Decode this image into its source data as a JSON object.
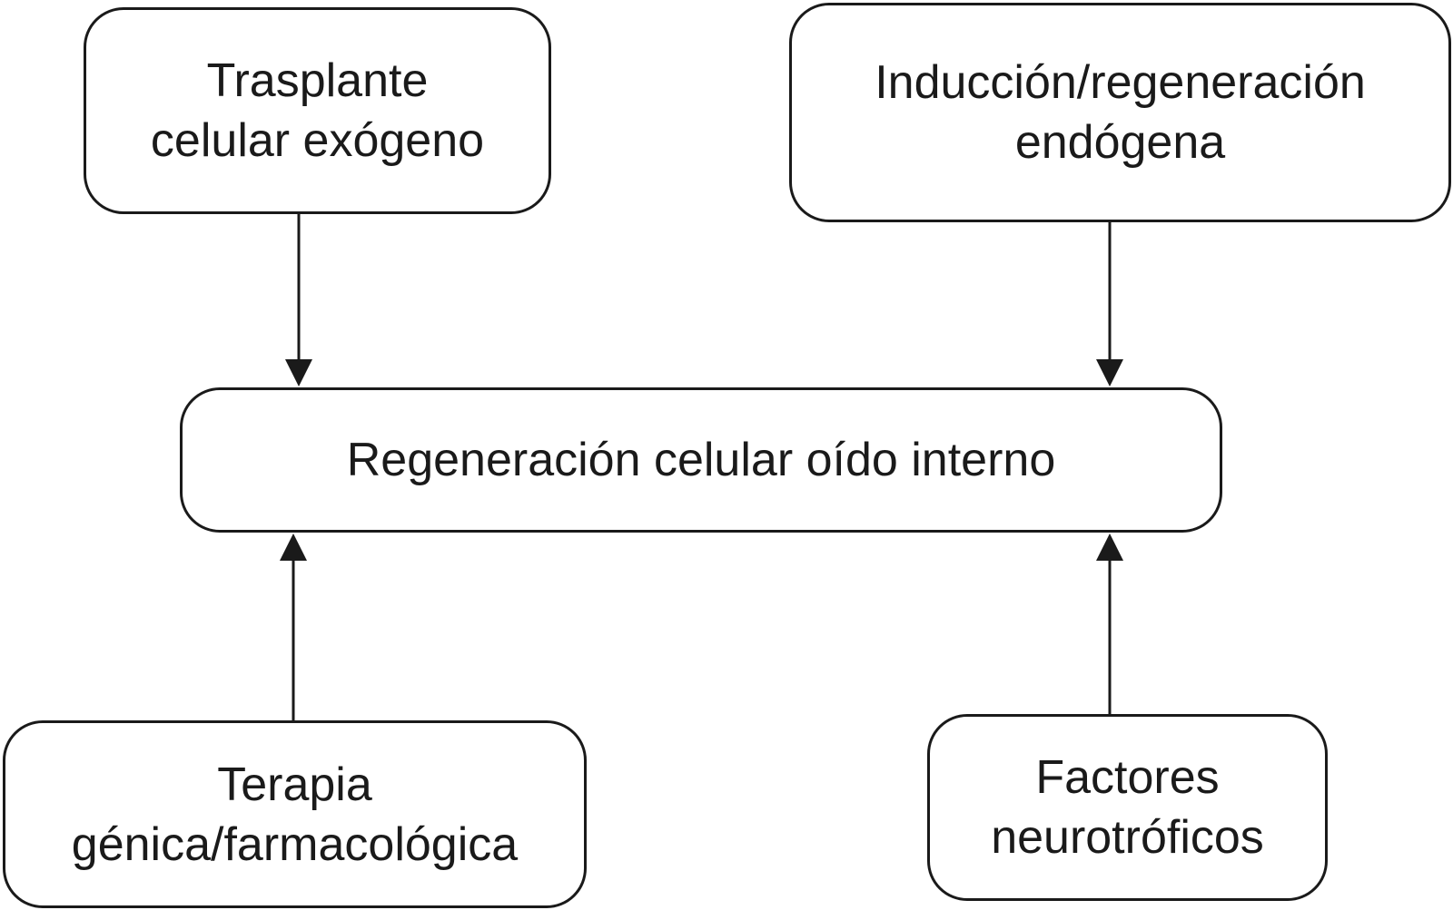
{
  "diagram": {
    "nodes": {
      "top_left": {
        "line1": "Trasplante",
        "line2": "celular exógeno"
      },
      "top_right": {
        "line1": "Inducción/regeneración",
        "line2": "endógena"
      },
      "center": {
        "line1": "Regeneración celular oído interno"
      },
      "bottom_left": {
        "line1": "Terapia",
        "line2": "génica/farmacológica"
      },
      "bottom_right": {
        "line1": "Factores",
        "line2": "neurotróficos"
      }
    },
    "edges": [
      {
        "from": "top_left",
        "to": "center"
      },
      {
        "from": "top_right",
        "to": "center"
      },
      {
        "from": "bottom_left",
        "to": "center"
      },
      {
        "from": "bottom_right",
        "to": "center"
      }
    ],
    "colors": {
      "stroke": "#1a1a1a",
      "background": "#ffffff"
    }
  }
}
